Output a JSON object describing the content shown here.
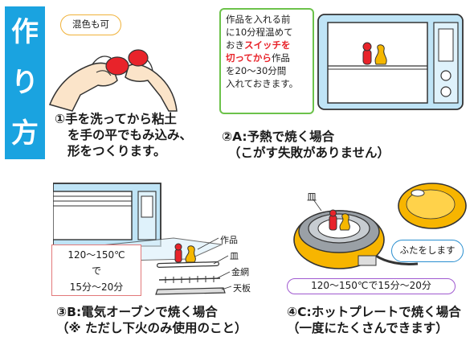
{
  "side_heading": [
    "作",
    "り",
    "方"
  ],
  "step1": {
    "bubble": "混色も可",
    "lines": [
      "①手を洗ってから粘土",
      "を手の平でもみ込み、",
      "形をつくります。"
    ]
  },
  "step2": {
    "note_lines": [
      {
        "pre": "作品を入れる前",
        "hl": "",
        "post": ""
      },
      {
        "pre": "に10分程温めて",
        "hl": "",
        "post": ""
      },
      {
        "pre": "おき",
        "hl": "スイッチを",
        "post": ""
      },
      {
        "pre": "",
        "hl": "切ってから",
        "post": "作品"
      },
      {
        "pre": "を20～30分間",
        "hl": "",
        "post": ""
      },
      {
        "pre": "入れておきます。",
        "hl": "",
        "post": ""
      }
    ],
    "lines": [
      "②A:予熱で焼く場合",
      "（こがす失敗がありません）"
    ]
  },
  "step3": {
    "temp_lines": [
      "120～150℃",
      "で",
      "15分～20分"
    ],
    "labels": {
      "work": "作品",
      "plate": "皿",
      "rack": "金網",
      "tray": "天板"
    },
    "lines": [
      "③B:電気オーブンで焼く場合",
      "（※ ただし下火のみ使用のこと）"
    ]
  },
  "step4": {
    "label_plate": "皿",
    "lid_bubble": "ふたをします",
    "temp": "120～150℃で15分～20分",
    "lines": [
      "④C:ホットプレートで焼く場合",
      "（一度にたくさんできます）"
    ]
  },
  "colors": {
    "heading_bg": "#1aa3e0",
    "clay_red": "#e8232a",
    "clay_yellow": "#f5b700",
    "oven_blue": "#dff2fb",
    "hotplate_orange": "#f7b500",
    "note_border": "#6cc24a",
    "highlight": "#e8232a"
  }
}
